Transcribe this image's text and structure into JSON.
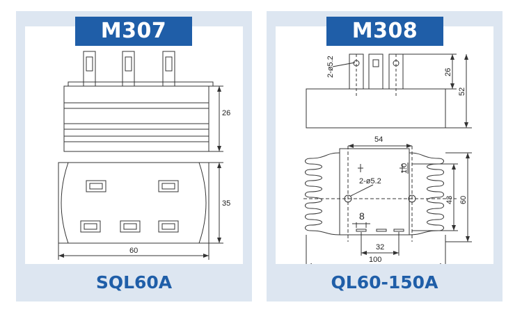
{
  "left": {
    "model": "M307",
    "part": "SQL60A",
    "dims": {
      "height_top": "26",
      "height_bottom": "35",
      "width": "60"
    }
  },
  "right": {
    "model": "M308",
    "part": "QL60-150A",
    "dims": {
      "hole_top": "2-ø5.2",
      "height_terminal": "26",
      "height_total": "52",
      "width_top": "54",
      "gap_small": "1.0",
      "hole_side": "2-ø5.2",
      "height_inner": "43",
      "height_outer": "60",
      "pitch": "8",
      "spacing": "32",
      "width_total": "100"
    }
  },
  "colors": {
    "accent": "#1f5ea8",
    "card_bg": "#dde6f1"
  }
}
